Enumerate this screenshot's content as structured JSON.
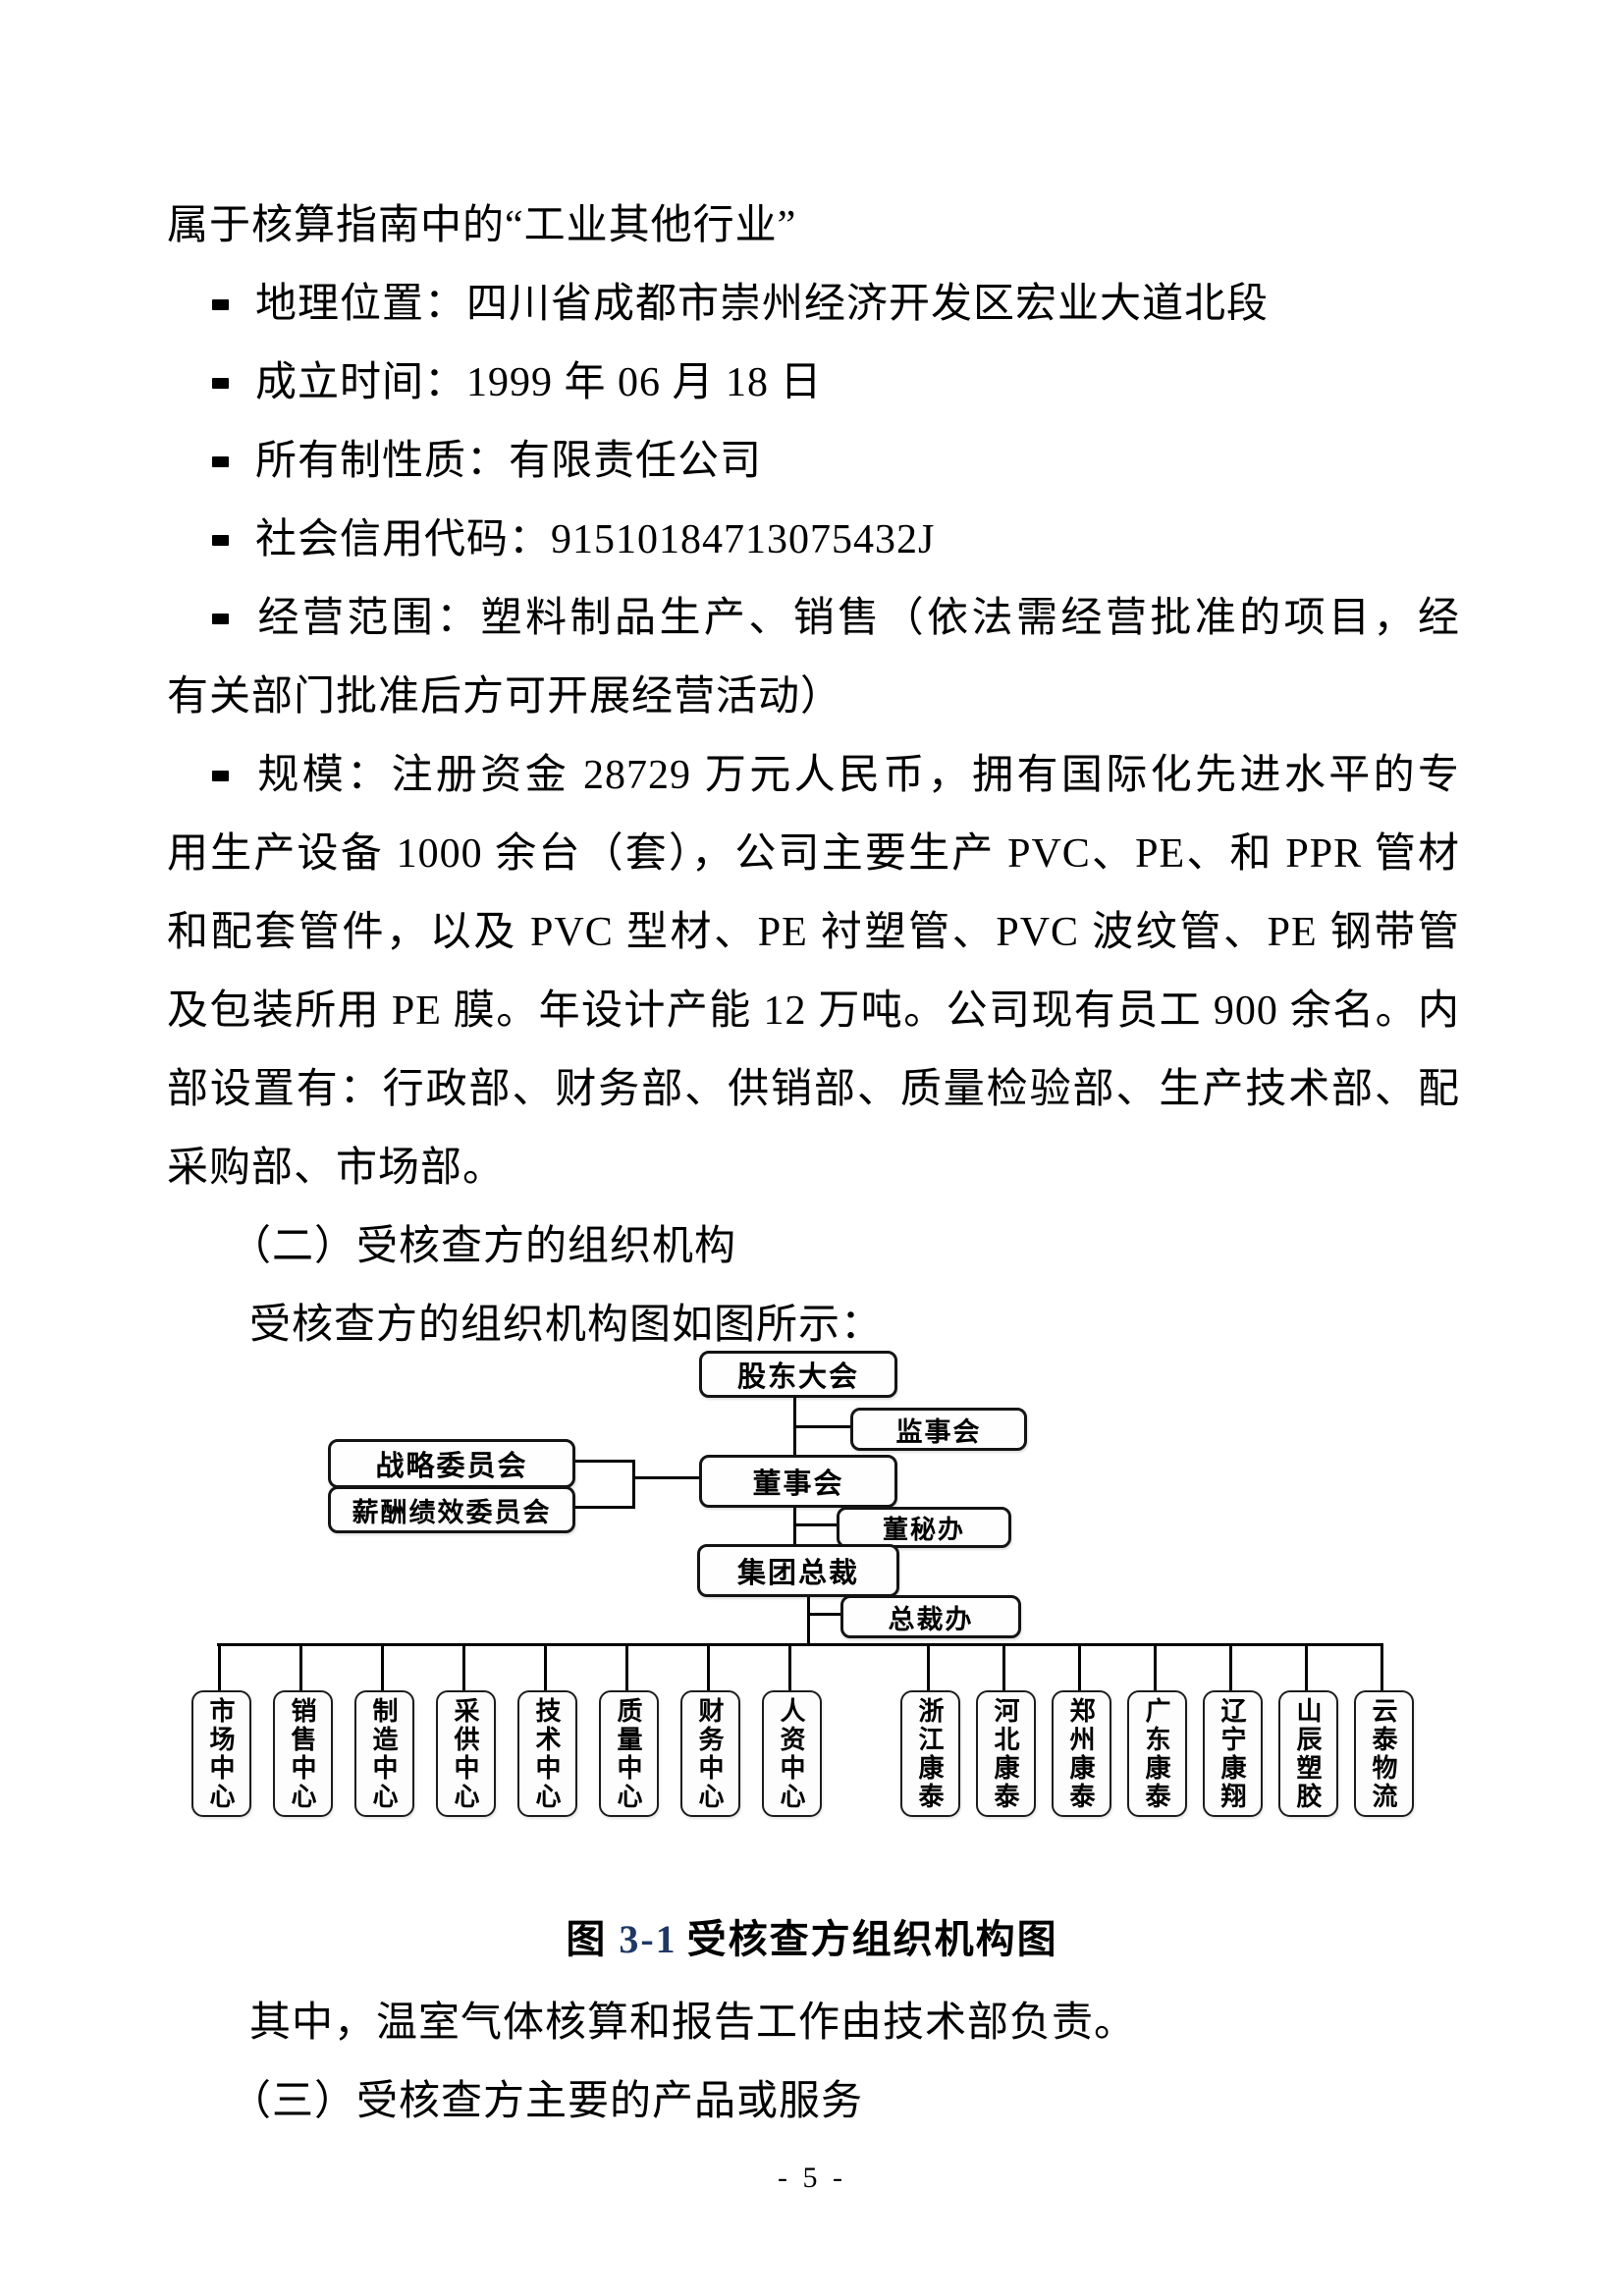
{
  "document": {
    "body_lines": [
      "属于核算指南中的“工业其他行业”",
      "地理位置：四川省成都市崇州经济开发区宏业大道北段",
      "成立时间：1999 年 06 月 18 日",
      "所有制性质：有限责任公司",
      "社会信用代码：91510184713075432J",
      "经营范围：塑料制品生产、销售（依法需经营批准的项目，经",
      "有关部门批准后方可开展经营活动）",
      "规模：注册资金 28729 万元人民币，拥有国际化先进水平的专",
      "用生产设备 1000 余台（套），公司主要生产 PVC、PE、和 PPR 管材",
      "和配套管件，以及 PVC 型材、PE 衬塑管、PVC 波纹管、PE 钢带管",
      "及包装所用 PE 膜。年设计产能 12 万吨。公司现有员工 900 余名。内",
      "部设置有：行政部、财务部、供销部、质量检验部、生产技术部、配",
      "采购部、市场部。",
      "（二）受核查方的组织机构",
      "受核查方的组织机构图如图所示："
    ],
    "figure_caption": {
      "fig_label": "图",
      "fig_number": "3-1",
      "title": "受核查方组织机构图",
      "number_color": "#1F3864"
    },
    "after_chart_lines": [
      "其中，温室气体核算和报告工作由技术部负责。",
      "（三）受核查方主要的产品或服务"
    ],
    "page_number": "- 5 -"
  },
  "org_chart": {
    "shareholders_meeting": "股东大会",
    "supervisory_board": "监事会",
    "strategy_committee": "战略委员会",
    "compensation_committee": "薪酬绩效委员会",
    "board_of_directors": "董事会",
    "board_secretary_office": "董秘办",
    "group_president": "集团总裁",
    "president_office": "总裁办",
    "centers": [
      "市场中心",
      "销售中心",
      "制造中心",
      "采供中心",
      "技术中心",
      "质量中心",
      "财务中心",
      "人资中心"
    ],
    "subsidiaries": [
      "浙江康泰",
      "河北康泰",
      "郑州康泰",
      "广东康泰",
      "辽宁康翔",
      "山辰塑胶",
      "云泰物流"
    ]
  }
}
